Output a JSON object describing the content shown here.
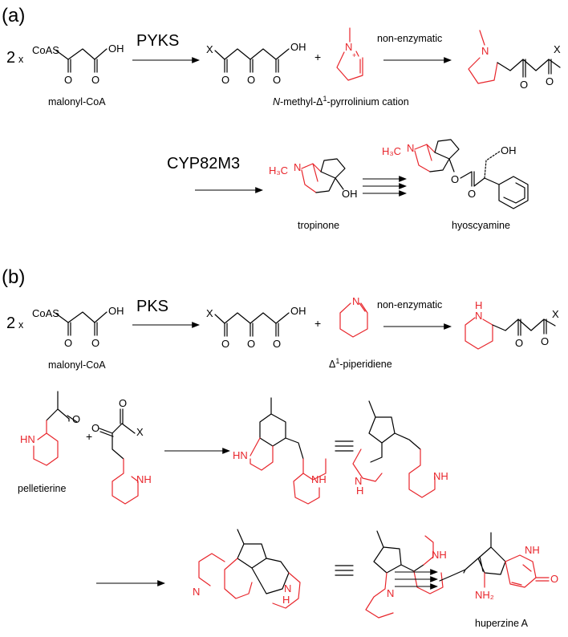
{
  "panels": {
    "a": {
      "label": "(a)",
      "multiplier": "2",
      "multiplier_sub": "x",
      "coas": "CoAS",
      "oh": "OH",
      "o": "O",
      "x": "X",
      "enzyme1": "PYKS",
      "plus": "+",
      "non_enzymatic": "non-enzymatic",
      "malonyl_label": "malonyl-CoA",
      "cation_label_italic": "N",
      "cation_label_rest": "-methyl-Δ",
      "cation_sup": "1",
      "cation_tail": "-pyrrolinium cation",
      "n": "N",
      "plus_charge": "+",
      "enzyme2": "CYP82M3",
      "h3c": "H₃C",
      "tropinone_label": "tropinone",
      "hyoscyamine_label": "hyoscyamine"
    },
    "b": {
      "label": "(b)",
      "multiplier": "2",
      "multiplier_sub": "x",
      "coas": "CoAS",
      "oh": "OH",
      "o": "O",
      "x": "X",
      "enzyme1": "PKS",
      "plus": "+",
      "n": "N",
      "h": "H",
      "non_enzymatic": "non-enzymatic",
      "malonyl_label": "malonyl-CoA",
      "piperidiene_label_rest": "Δ",
      "piperidiene_sup": "1",
      "piperidiene_tail": "-piperidiene",
      "pelletierine_label": "pelletierine",
      "hn": "HN",
      "nh": "NH",
      "nh2": "NH₂",
      "huperzine_label": "huperzine A"
    }
  },
  "colors": {
    "highlight": "#e8262c",
    "ink": "#000000"
  }
}
